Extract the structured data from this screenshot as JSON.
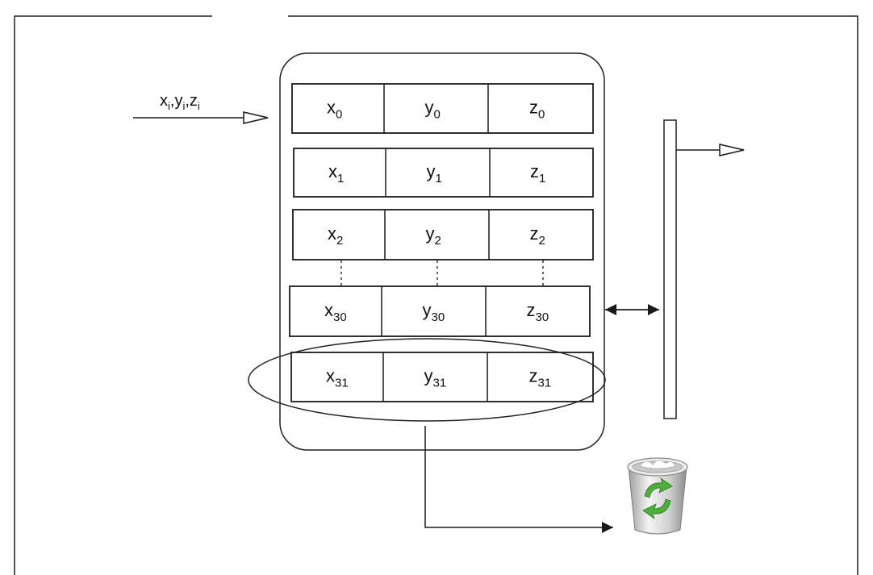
{
  "diagram": {
    "input_label": {
      "parts": [
        {
          "base": "x",
          "sub": "i"
        },
        {
          "sep": ","
        },
        {
          "base": "y",
          "sub": "i"
        },
        {
          "sep": ","
        },
        {
          "base": "z",
          "sub": "i"
        }
      ]
    },
    "rows": [
      {
        "id": "0",
        "cells": [
          {
            "base": "x",
            "sub": "0"
          },
          {
            "base": "y",
            "sub": "0"
          },
          {
            "base": "z",
            "sub": "0"
          }
        ]
      },
      {
        "id": "1",
        "cells": [
          {
            "base": "x",
            "sub": "1"
          },
          {
            "base": "y",
            "sub": "1"
          },
          {
            "base": "z",
            "sub": "1"
          }
        ]
      },
      {
        "id": "2",
        "cells": [
          {
            "base": "x",
            "sub": "2"
          },
          {
            "base": "y",
            "sub": "2"
          },
          {
            "base": "z",
            "sub": "2"
          }
        ]
      },
      {
        "id": "30",
        "cells": [
          {
            "base": "x",
            "sub": "30"
          },
          {
            "base": "y",
            "sub": "30"
          },
          {
            "base": "z",
            "sub": "30"
          }
        ]
      },
      {
        "id": "31",
        "cells": [
          {
            "base": "x",
            "sub": "31"
          },
          {
            "base": "y",
            "sub": "31"
          },
          {
            "base": "z",
            "sub": "31"
          }
        ]
      }
    ],
    "discard_icon": "recycle-bin-icon",
    "colors": {
      "stroke": "#1a1a1a",
      "bin_body": "#d8d8d8",
      "recycle_green": "#4caf3a"
    }
  }
}
